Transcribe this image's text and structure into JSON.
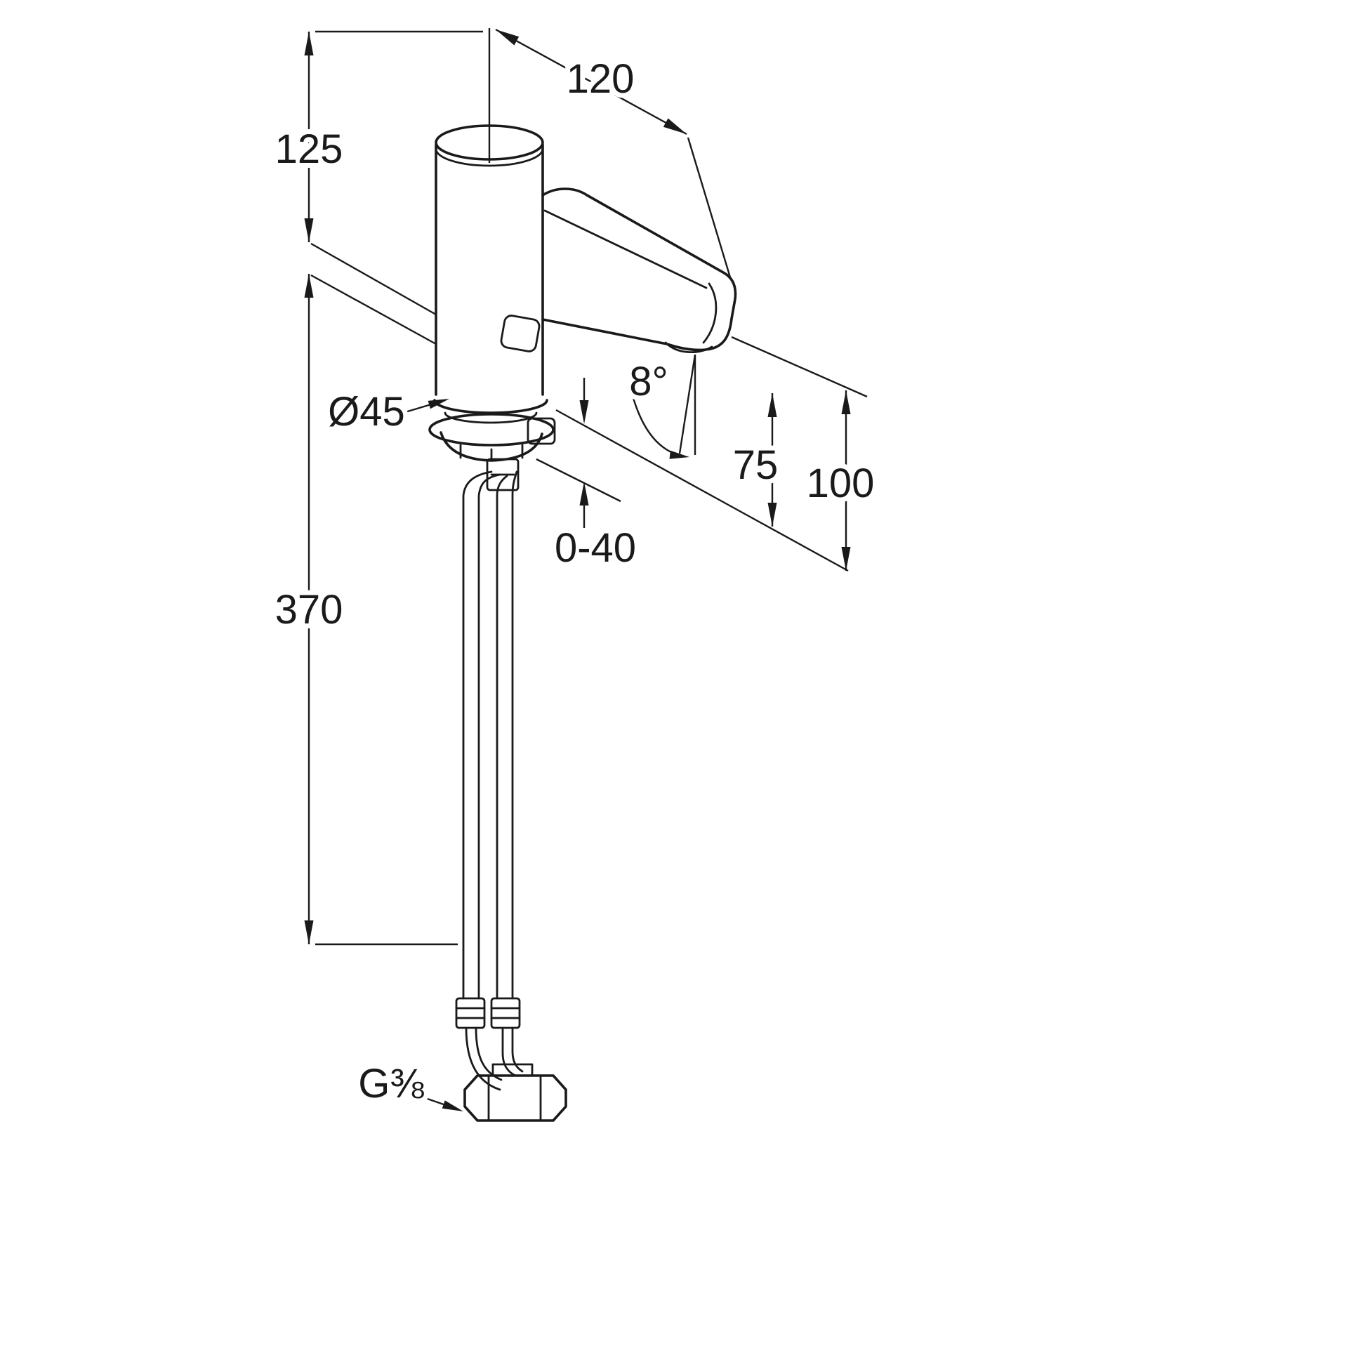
{
  "drawing": {
    "background": "#ffffff",
    "line_color": "#1a1a1a"
  },
  "dimensions": {
    "body_height": "125",
    "spout_projection": "120",
    "base_diameter": "Ø45",
    "spray_angle": "8°",
    "outlet_height_inner": "75",
    "outlet_height_outer": "100",
    "mounting_thickness": "0-40",
    "hose_length": "370",
    "thread_size": "G⅜"
  }
}
